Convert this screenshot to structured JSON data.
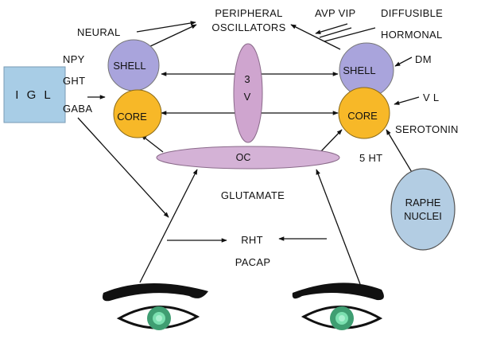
{
  "labels": {
    "peripheral_line1": "PERIPHERAL",
    "peripheral_line2": "OSCILLATORS",
    "neural": "NEURAL",
    "avp_vip": "AVP VIP",
    "diffusible": "DIFFUSIBLE",
    "hormonal": "HORMONAL",
    "npy": "NPY",
    "ght": "GHT",
    "gaba": "GABA",
    "igl": "I G L",
    "shell_left": "SHELL",
    "core_left": "CORE",
    "shell_right": "SHELL",
    "core_right": "CORE",
    "third_ventricle_line1": "3",
    "third_ventricle_line2": "V",
    "dm": "DM",
    "vl": "V L",
    "serotonin": "SEROTONIN",
    "five_ht": "5 HT",
    "oc": "OC",
    "glutamate": "GLUTAMATE",
    "raphe_line1": "RAPHE",
    "raphe_line2": "NUCLEI",
    "rht": "RHT",
    "pacap": "PACAP"
  },
  "colors": {
    "shell": "#a9a4dc",
    "core": "#f7b828",
    "third_ventricle": "#cfa5cf",
    "optic_chiasm": "#d4b2d6",
    "igl_box": "#a8cde6",
    "raphe": "#b3cde3",
    "iris": "#3f9e72",
    "pupil": "#7be0b0"
  }
}
